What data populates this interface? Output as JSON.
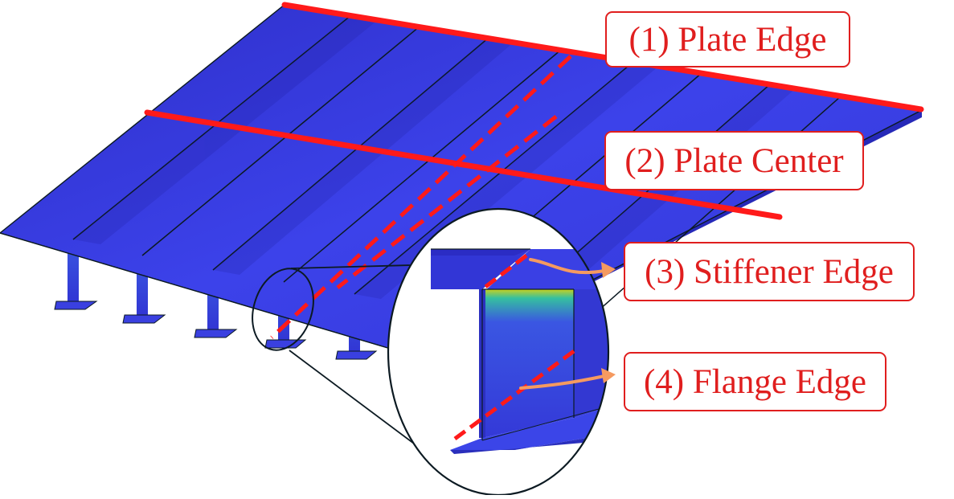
{
  "labels": {
    "plate_edge": "(1) Plate Edge",
    "plate_center": "(2) Plate Center",
    "stiffener_edge": "(3) Stiffener Edge",
    "flange_edge": "(4) Flange Edge"
  },
  "colors": {
    "plate_blue": "#3a3ee6",
    "plate_dark": "#2523b8",
    "web_blue": "#3136d8",
    "flange_blue": "#3b45e8",
    "line_red": "#ff1a1a",
    "label_red": "#e01e1e",
    "arrow_orange": "#f59a60",
    "outline": "#0c1a22"
  }
}
